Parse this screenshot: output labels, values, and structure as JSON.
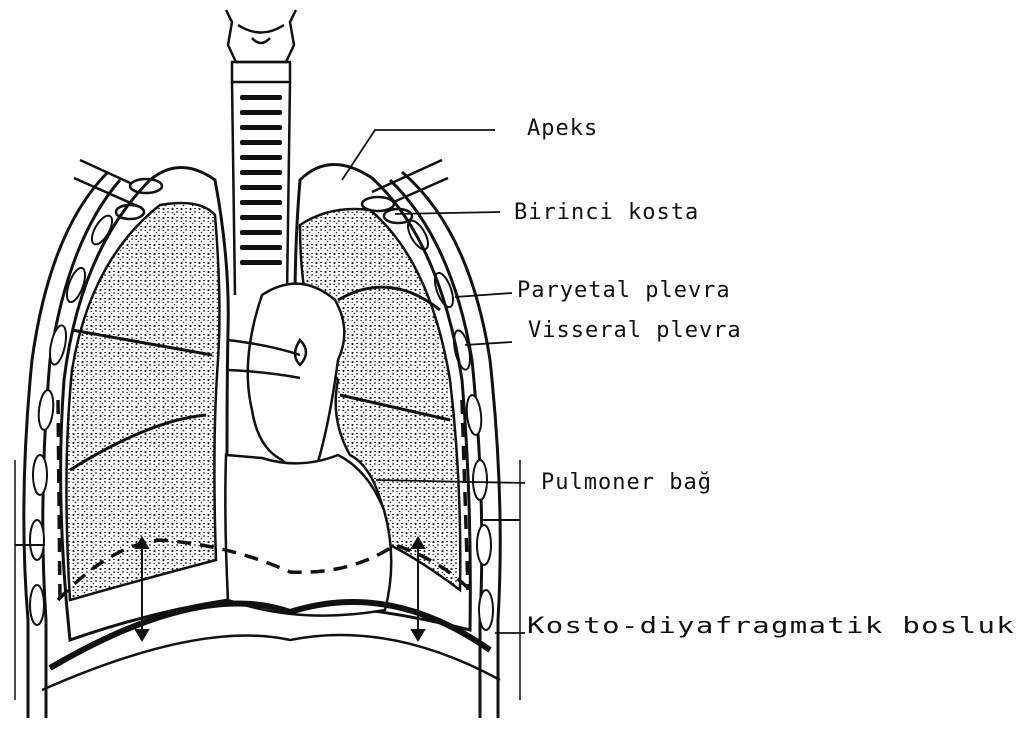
{
  "labels": {
    "apex": "Apeks",
    "first_rib": "Birinci kosta",
    "parietal_pleura": "Paryetal plevra",
    "visceral_pleura": "Visseral plevra",
    "pulmonary_ligament": "Pulmoner bağ",
    "costodiaphragmatic_recess": "Kosto-diyafragmatik bosluk"
  },
  "colors": {
    "ink": "#111111",
    "paper": "#ffffff",
    "lung_fill": "#b9b9b9"
  }
}
